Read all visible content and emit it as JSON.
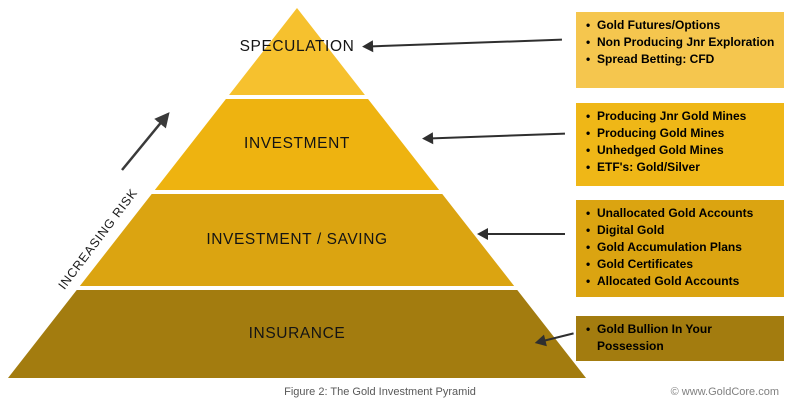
{
  "figure": {
    "caption": "Figure 2: The Gold Investment Pyramid",
    "credit": "© www.GoldCore.com"
  },
  "risk_label": "INCREASING RISK",
  "colors": {
    "layer_speculation": "#F6C12E",
    "layer_investment": "#EEB310",
    "layer_investment_saving": "#DBA411",
    "layer_insurance": "#A37C0F",
    "box_speculation": "#F5C64E",
    "box_investment": "#EFB717",
    "box_investment_saving": "#DBA411",
    "box_insurance": "#A37C0F",
    "arrow": "#2f2f2f"
  },
  "pyramid": {
    "layers": [
      {
        "label": "SPECULATION"
      },
      {
        "label": "INVESTMENT"
      },
      {
        "label": "INVESTMENT / SAVING"
      },
      {
        "label": "INSURANCE"
      }
    ]
  },
  "boxes": [
    {
      "items": [
        "Gold Futures/Options",
        "Non Producing Jnr Exploration",
        "Spread Betting: CFD"
      ]
    },
    {
      "items": [
        "Producing Jnr Gold Mines",
        "Producing Gold Mines",
        "Unhedged Gold Mines",
        "ETF's: Gold/Silver"
      ]
    },
    {
      "items": [
        "Unallocated Gold Accounts",
        "Digital Gold",
        "Gold Accumulation Plans",
        "Gold Certificates",
        "Allocated Gold Accounts"
      ]
    },
    {
      "items": [
        "Gold Bullion In Your Possession"
      ]
    }
  ]
}
